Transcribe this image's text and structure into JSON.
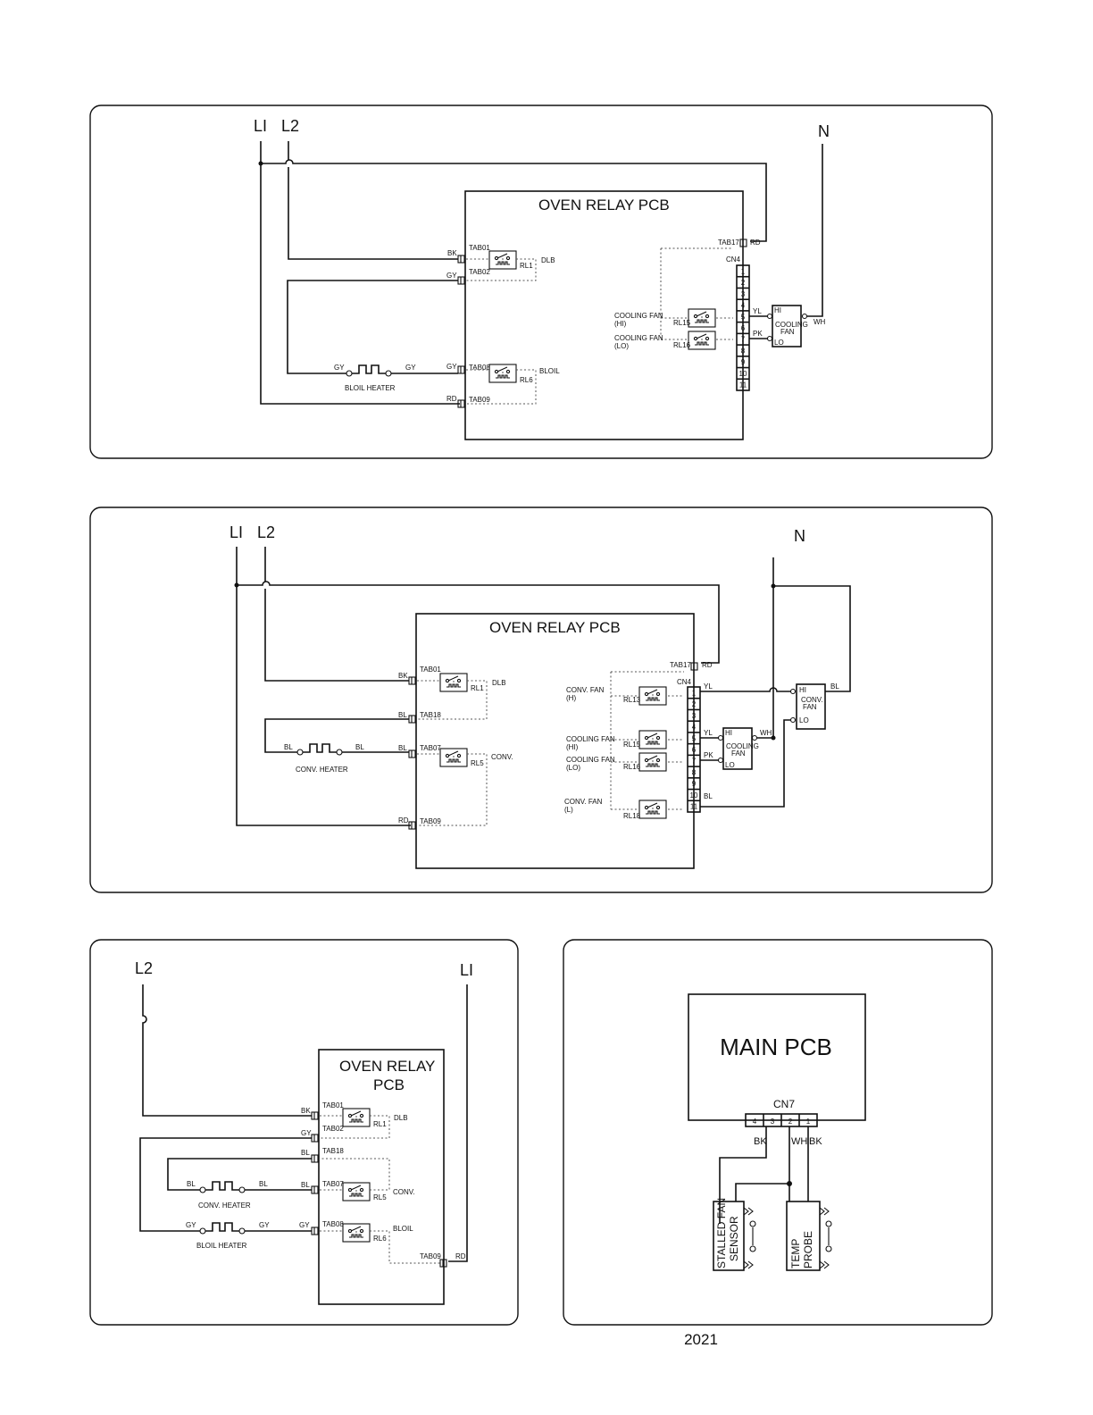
{
  "page_number": "2021",
  "d1": {
    "l1": "LI",
    "l2": "L2",
    "n": "N",
    "pcb": "OVEN RELAY PCB",
    "tab01": "TAB01",
    "tab02": "TAB02",
    "tab08": "TAB08",
    "tab09": "TAB09",
    "tab17": "TAB17",
    "cn4": "CN4",
    "bk": "BK",
    "gy": "GY",
    "rd": "RD",
    "yl": "YL",
    "pk": "PK",
    "wh": "WH",
    "rl1": "RL1",
    "rl6": "RL6",
    "rl15": "RL15",
    "rl16": "RL16",
    "dlb": "DLB",
    "bloil": "BLOIL",
    "heater": "BLOIL HEATER",
    "cf_hi_1": "COOLING FAN",
    "cf_hi_2": "(HI)",
    "cf_lo_1": "COOLING FAN",
    "cf_lo_2": "(LO)",
    "fan_1": "COOLING",
    "fan_2": "FAN",
    "hi": "HI",
    "lo": "LO",
    "pins": [
      "1",
      "2",
      "3",
      "4",
      "5",
      "6",
      "7",
      "8",
      "9",
      "10",
      "11"
    ]
  },
  "d2": {
    "l1": "LI",
    "l2": "L2",
    "n": "N",
    "pcb": "OVEN RELAY PCB",
    "tab01": "TAB01",
    "tab18": "TAB18",
    "tab07": "TAB07",
    "tab09": "TAB09",
    "tab17": "TAB17",
    "cn4": "CN4",
    "bk": "BK",
    "bl": "BL",
    "rd": "RD",
    "yl": "YL",
    "pk": "PK",
    "wh": "WH",
    "rl1": "RL1",
    "rl5": "RL5",
    "rl13": "RL13",
    "rl15": "RL15",
    "rl16": "RL16",
    "rl18": "RL18",
    "dlb": "DLB",
    "conv": "CONV.",
    "heater": "CONV. HEATER",
    "cvh_1": "CONV. FAN",
    "cvh_2": "(H)",
    "cfh_1": "COOLING FAN",
    "cfh_2": "(HI)",
    "cfl_1": "COOLING FAN",
    "cfl_2": "(LO)",
    "cvl_1": "CONV. FAN",
    "cvl_2": "(L)",
    "cfan_1": "COOLING",
    "cfan_2": "FAN",
    "vfan_1": "CONV.",
    "vfan_2": "FAN",
    "hi": "HI",
    "lo": "LO",
    "pins": [
      "1",
      "2",
      "3",
      "4",
      "5",
      "6",
      "7",
      "8",
      "9",
      "10",
      "11"
    ]
  },
  "d3": {
    "l1": "LI",
    "l2": "L2",
    "pcb_1": "OVEN RELAY",
    "pcb_2": "PCB",
    "tab01": "TAB01",
    "tab02": "TAB02",
    "tab18": "TAB18",
    "tab07": "TAB07",
    "tab08": "TAB08",
    "tab09": "TAB09",
    "bk": "BK",
    "gy": "GY",
    "bl": "BL",
    "rd": "RD",
    "rl1": "RL1",
    "rl5": "RL5",
    "rl6": "RL6",
    "dlb": "DLB",
    "conv": "CONV.",
    "bloil": "BLOIL",
    "conv_heater": "CONV. HEATER",
    "bloil_heater": "BLOIL HEATER"
  },
  "d4": {
    "main": "MAIN PCB",
    "cn7": "CN7",
    "pins": [
      "4",
      "3",
      "2",
      "1"
    ],
    "bk1": "BK",
    "wh": "WH",
    "bk2": "BK",
    "stalled_1": "STALLED FAN",
    "stalled_2": "SENSOR",
    "temp_1": "TEMP",
    "temp_2": "PROBE"
  }
}
